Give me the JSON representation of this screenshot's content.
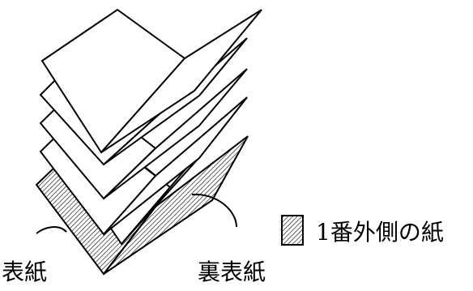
{
  "labels": {
    "front_cover": "表紙",
    "back_cover": "裏表紙"
  },
  "legend": {
    "swatch_pattern": "diagonal-hatch",
    "text": "1番外側の紙"
  },
  "colors": {
    "stroke": "#000000",
    "background": "#ffffff"
  }
}
